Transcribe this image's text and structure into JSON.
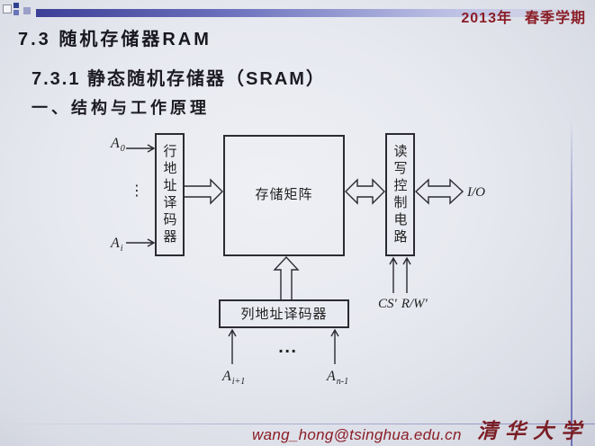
{
  "header": {
    "year": "2013年",
    "season": "春季学期"
  },
  "title": "7.3 随机存储器RAM",
  "subtitle": "7.3.1 静态随机存储器（SRAM）",
  "section": "一、结构与工作原理",
  "diagram": {
    "row_decoder_label": "行地址译码器",
    "matrix_label": "存储矩阵",
    "rw_control_label": "读写控制电路",
    "col_decoder_label": "列地址译码器",
    "row_inputs": {
      "first": {
        "base": "A",
        "sub": "0"
      },
      "ellipsis": "⋮",
      "last": {
        "base": "A",
        "sub": "i"
      }
    },
    "col_inputs": {
      "first": {
        "base": "A",
        "sub": "i+1"
      },
      "ellipsis": "···",
      "last": {
        "base": "A",
        "sub": "n-1"
      }
    },
    "io_label": "I/O",
    "control_signals": {
      "cs": "CS'",
      "rw": "R/W'"
    }
  },
  "footer": {
    "email": "wang_hong@tsinghua.edu.cn",
    "logo": "清华大学"
  },
  "theme": {
    "accent": "#8b1d26",
    "bar_dark": "#3b3f97",
    "bar_mid": "#6c72bd",
    "bar_light": "#b9bde3",
    "ink": "#2b2b31"
  }
}
